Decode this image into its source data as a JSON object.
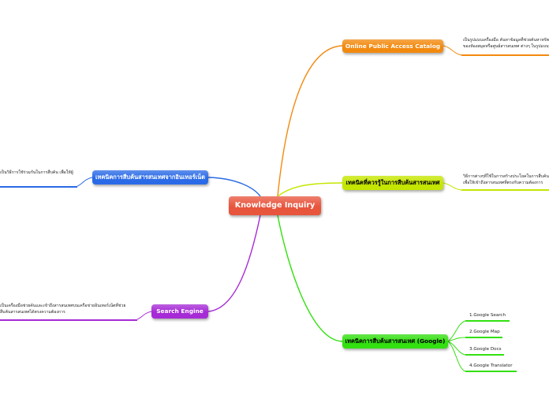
{
  "root": {
    "label": "Knowledge Inquiry",
    "color": "#e8553d"
  },
  "branches": [
    {
      "id": "opac",
      "label": "Online Public Access Catalog",
      "color": "#f28a0f",
      "note_lines": [
        "เป็นรูปแบบเครื่องมือ ค้นหาข้อมูลที่ช่วยค้นหาทรัพยากรสารสนเทศ",
        "ของห้องสมุดหรือศูนย์สารสนเทศ ต่างๆ ในรูปแบบฐานข้อมูล"
      ]
    },
    {
      "id": "techniques",
      "label": "เทคนิคที่ควรรู้ในการสืบค้นสารสนเทศ",
      "color": "#c5e600",
      "note_lines": [
        "วิธีการต่างๆที่ใช้ในการสร้างประโยคในการสืบค้น",
        "เพื่อให้เข้าถึงสารสนเทศที่ตรงกับความต้องการ"
      ]
    },
    {
      "id": "google",
      "label": "เทคนิคการสืบค้นสารสนเทศ (Google)",
      "color": "#33e010",
      "children": [
        "1.Google Search",
        "2.Google Map",
        "3.Google Docs",
        "4.Google Translator"
      ]
    },
    {
      "id": "search-engine",
      "label": "Search Engine",
      "color": "#a62bd6",
      "note_lines": [
        "เป็นเครื่องมือช่วยค้นและเข้าถึงสารสนเทศบนเครือข่ายอินเทอร์เน็ตที่ช่วย",
        "สืบค้นสารสนเทศได้ตรงความต้องการ"
      ]
    },
    {
      "id": "internet",
      "label": "เทคนิคการสืบค้นสารสนเทศจากอินเทอร์เน็ต",
      "color": "#2a6ae6",
      "note_lines": [
        "เป็นวิธีการใช้ร่วมกันในการสืบค้น เพื่อให้ผู้"
      ]
    }
  ]
}
